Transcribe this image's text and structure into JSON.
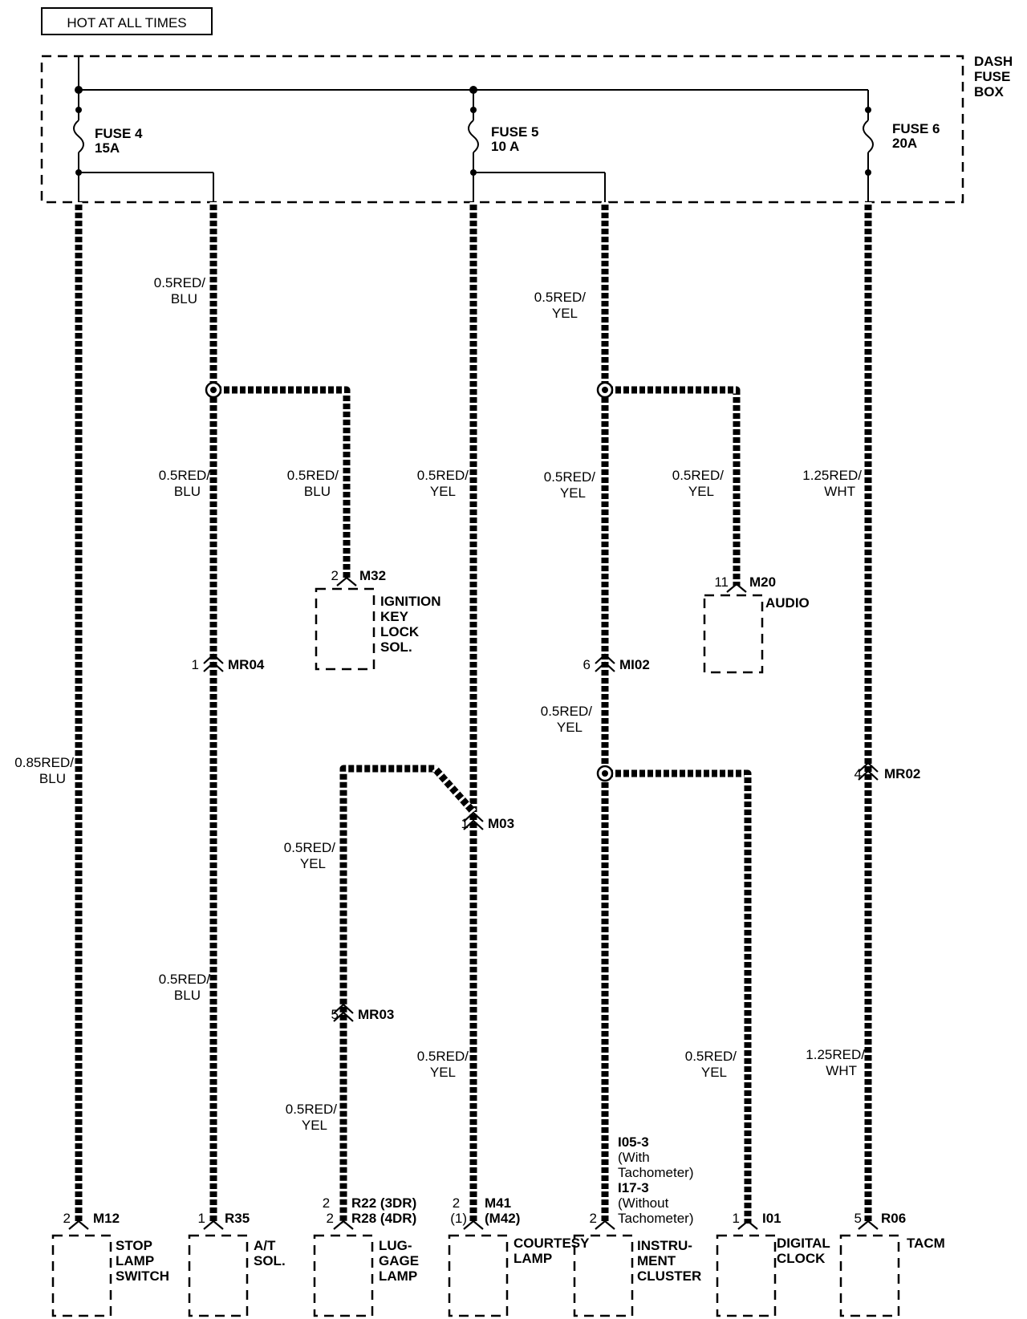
{
  "header": {
    "title": "HOT AT ALL TIMES"
  },
  "fuse_box": {
    "label_lines": [
      "DASH",
      "FUSE",
      "BOX"
    ]
  },
  "fuses": [
    {
      "id": "fuse4",
      "name": "FUSE 4",
      "rating": "15A"
    },
    {
      "id": "fuse5",
      "name": "FUSE 5",
      "rating": "10 A"
    },
    {
      "id": "fuse6",
      "name": "FUSE 6",
      "rating": "20A"
    }
  ],
  "wire_labels": {
    "w1": [
      "0.85RED/",
      "BLU"
    ],
    "w2a": [
      "0.5RED/",
      "BLU"
    ],
    "w2b": [
      "0.5RED/",
      "BLU"
    ],
    "w2c": [
      "0.5RED/",
      "BLU"
    ],
    "w3": [
      "0.5RED/",
      "BLU"
    ],
    "w4a": [
      "0.5RED/",
      "YEL"
    ],
    "w4b": [
      "0.5RED/",
      "YEL"
    ],
    "w5a": [
      "0.5RED/",
      "YEL"
    ],
    "w5b": [
      "0.5RED/",
      "YEL"
    ],
    "w6a": [
      "0.5RED/",
      "YEL"
    ],
    "w6b": [
      "0.5RED/",
      "YEL"
    ],
    "w6c": [
      "0.5RED/",
      "YEL"
    ],
    "w7": [
      "0.5RED/",
      "YEL"
    ],
    "w8": [
      "0.5RED/",
      "YEL"
    ],
    "w9a": [
      "1.25RED/",
      "WHT"
    ],
    "w9b": [
      "1.25RED/",
      "WHT"
    ]
  },
  "inline_connectors": [
    {
      "id": "mr04",
      "pin": "1",
      "name": "MR04"
    },
    {
      "id": "mr03",
      "pin": "5",
      "name": "MR03"
    },
    {
      "id": "m03",
      "pin": "1",
      "name": "M03"
    },
    {
      "id": "mi02",
      "pin": "6",
      "name": "MI02"
    },
    {
      "id": "mr02",
      "pin": "4",
      "name": "MR02"
    }
  ],
  "components": [
    {
      "id": "stop-lamp-switch",
      "pin": "2",
      "connector": "M12",
      "label_lines": [
        "STOP",
        "LAMP",
        "SWITCH"
      ]
    },
    {
      "id": "at-sol",
      "pin": "1",
      "connector": "R35",
      "label_lines": [
        "A/T",
        "SOL."
      ]
    },
    {
      "id": "luggage-lamp",
      "pin_lines": [
        "2",
        "2"
      ],
      "connector_lines": [
        "R22 (3DR)",
        "R28 (4DR)"
      ],
      "label_lines": [
        "LUG-",
        "GAGE",
        "LAMP"
      ]
    },
    {
      "id": "courtesy-lamp",
      "pin_lines": [
        "2",
        "(1)"
      ],
      "connector_lines": [
        "M41",
        "(M42)"
      ],
      "label_lines": [
        "COURTESY",
        "LAMP"
      ]
    },
    {
      "id": "instrument-cluster",
      "pin": "2",
      "connector_lines": [
        "I05-3",
        "(With",
        "Tachometer)",
        "I17-3",
        "(Without",
        "Tachometer)"
      ],
      "label_lines": [
        "INSTRU-",
        "MENT",
        "CLUSTER"
      ]
    },
    {
      "id": "digital-clock",
      "pin": "1",
      "connector": "I01",
      "label_lines": [
        "DIGITAL",
        "CLOCK"
      ]
    },
    {
      "id": "tacm",
      "pin": "5",
      "connector": "R06",
      "label_lines": [
        "TACM"
      ]
    },
    {
      "id": "ignition-key-lock-sol",
      "pin": "2",
      "connector": "M32",
      "label_lines": [
        "IGNITION",
        "KEY",
        "LOCK",
        "SOL."
      ]
    },
    {
      "id": "audio",
      "pin": "11",
      "connector": "M20",
      "label_lines": [
        "AUDIO"
      ]
    }
  ]
}
